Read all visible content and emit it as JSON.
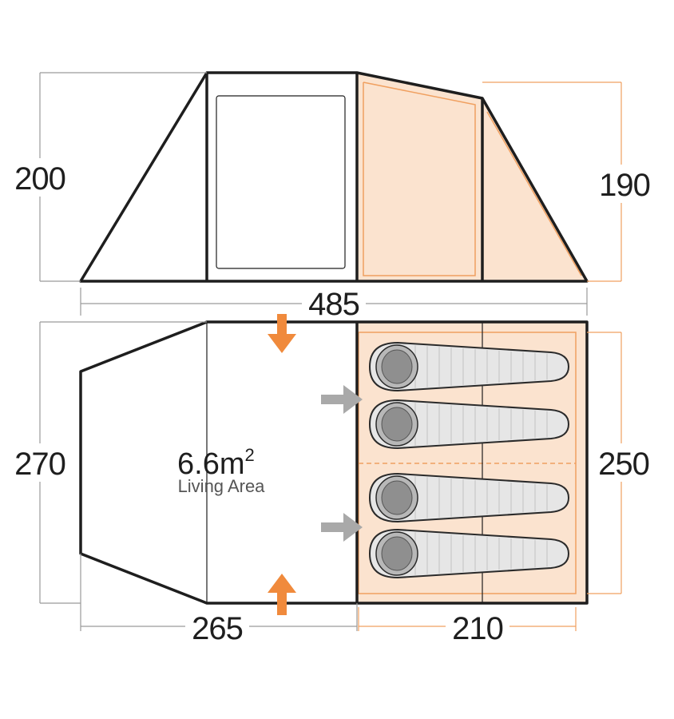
{
  "diagram": {
    "dimensions": {
      "side_height_left": "200",
      "side_height_right": "190",
      "total_length": "485",
      "floor_width_left": "270",
      "floor_width_right": "250",
      "living_length": "265",
      "bedroom_length": "210"
    },
    "living_area": {
      "size_value": "6.6m",
      "size_exponent": "2",
      "label": "Living Area"
    },
    "sleeping_bags": 4,
    "colors": {
      "outline": "#1e1e1e",
      "bedroom_fill": "#fbe3cf",
      "bedroom_outline": "#f0a060",
      "door_arrow": "#f08a3c",
      "entry_arrow": "#a9a9a9",
      "living_fill": "#ffffff"
    }
  }
}
